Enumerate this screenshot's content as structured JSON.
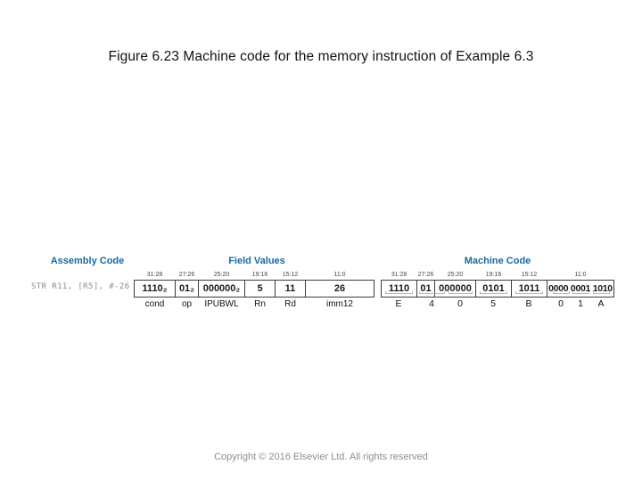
{
  "slide": {
    "title": "Figure 6.23 Machine code for the memory instruction of Example 6.3",
    "copyright": "Copyright © 2016 Elsevier Ltd. All rights reserved"
  },
  "figure": {
    "headers": {
      "assembly": "Assembly Code",
      "fields": "Field Values",
      "machine": "Machine Code"
    },
    "assembly_code": "STR R11, [R5], #-26",
    "bit_ranges": [
      "31:28",
      "27:26",
      "25:20",
      "19:16",
      "15:12",
      "11:0"
    ],
    "field_values": {
      "values": [
        "1110₂",
        "01₂",
        "000000₂",
        "5",
        "11",
        "26"
      ],
      "labels": [
        "cond",
        "op",
        "IPUBWL",
        "Rn",
        "Rd",
        "imm12"
      ]
    },
    "machine_code": {
      "binary": [
        "1110",
        "01",
        "000000",
        "0101",
        "1011",
        "0000 0001 1010"
      ],
      "hex": [
        "E",
        "4",
        "0",
        "5",
        "B",
        "0",
        "1",
        "A"
      ]
    },
    "colors": {
      "header_blue": "#1a6a9c",
      "nibble_underline": "#9cc4d8",
      "assembly_gray": "#8c8c8c"
    }
  }
}
